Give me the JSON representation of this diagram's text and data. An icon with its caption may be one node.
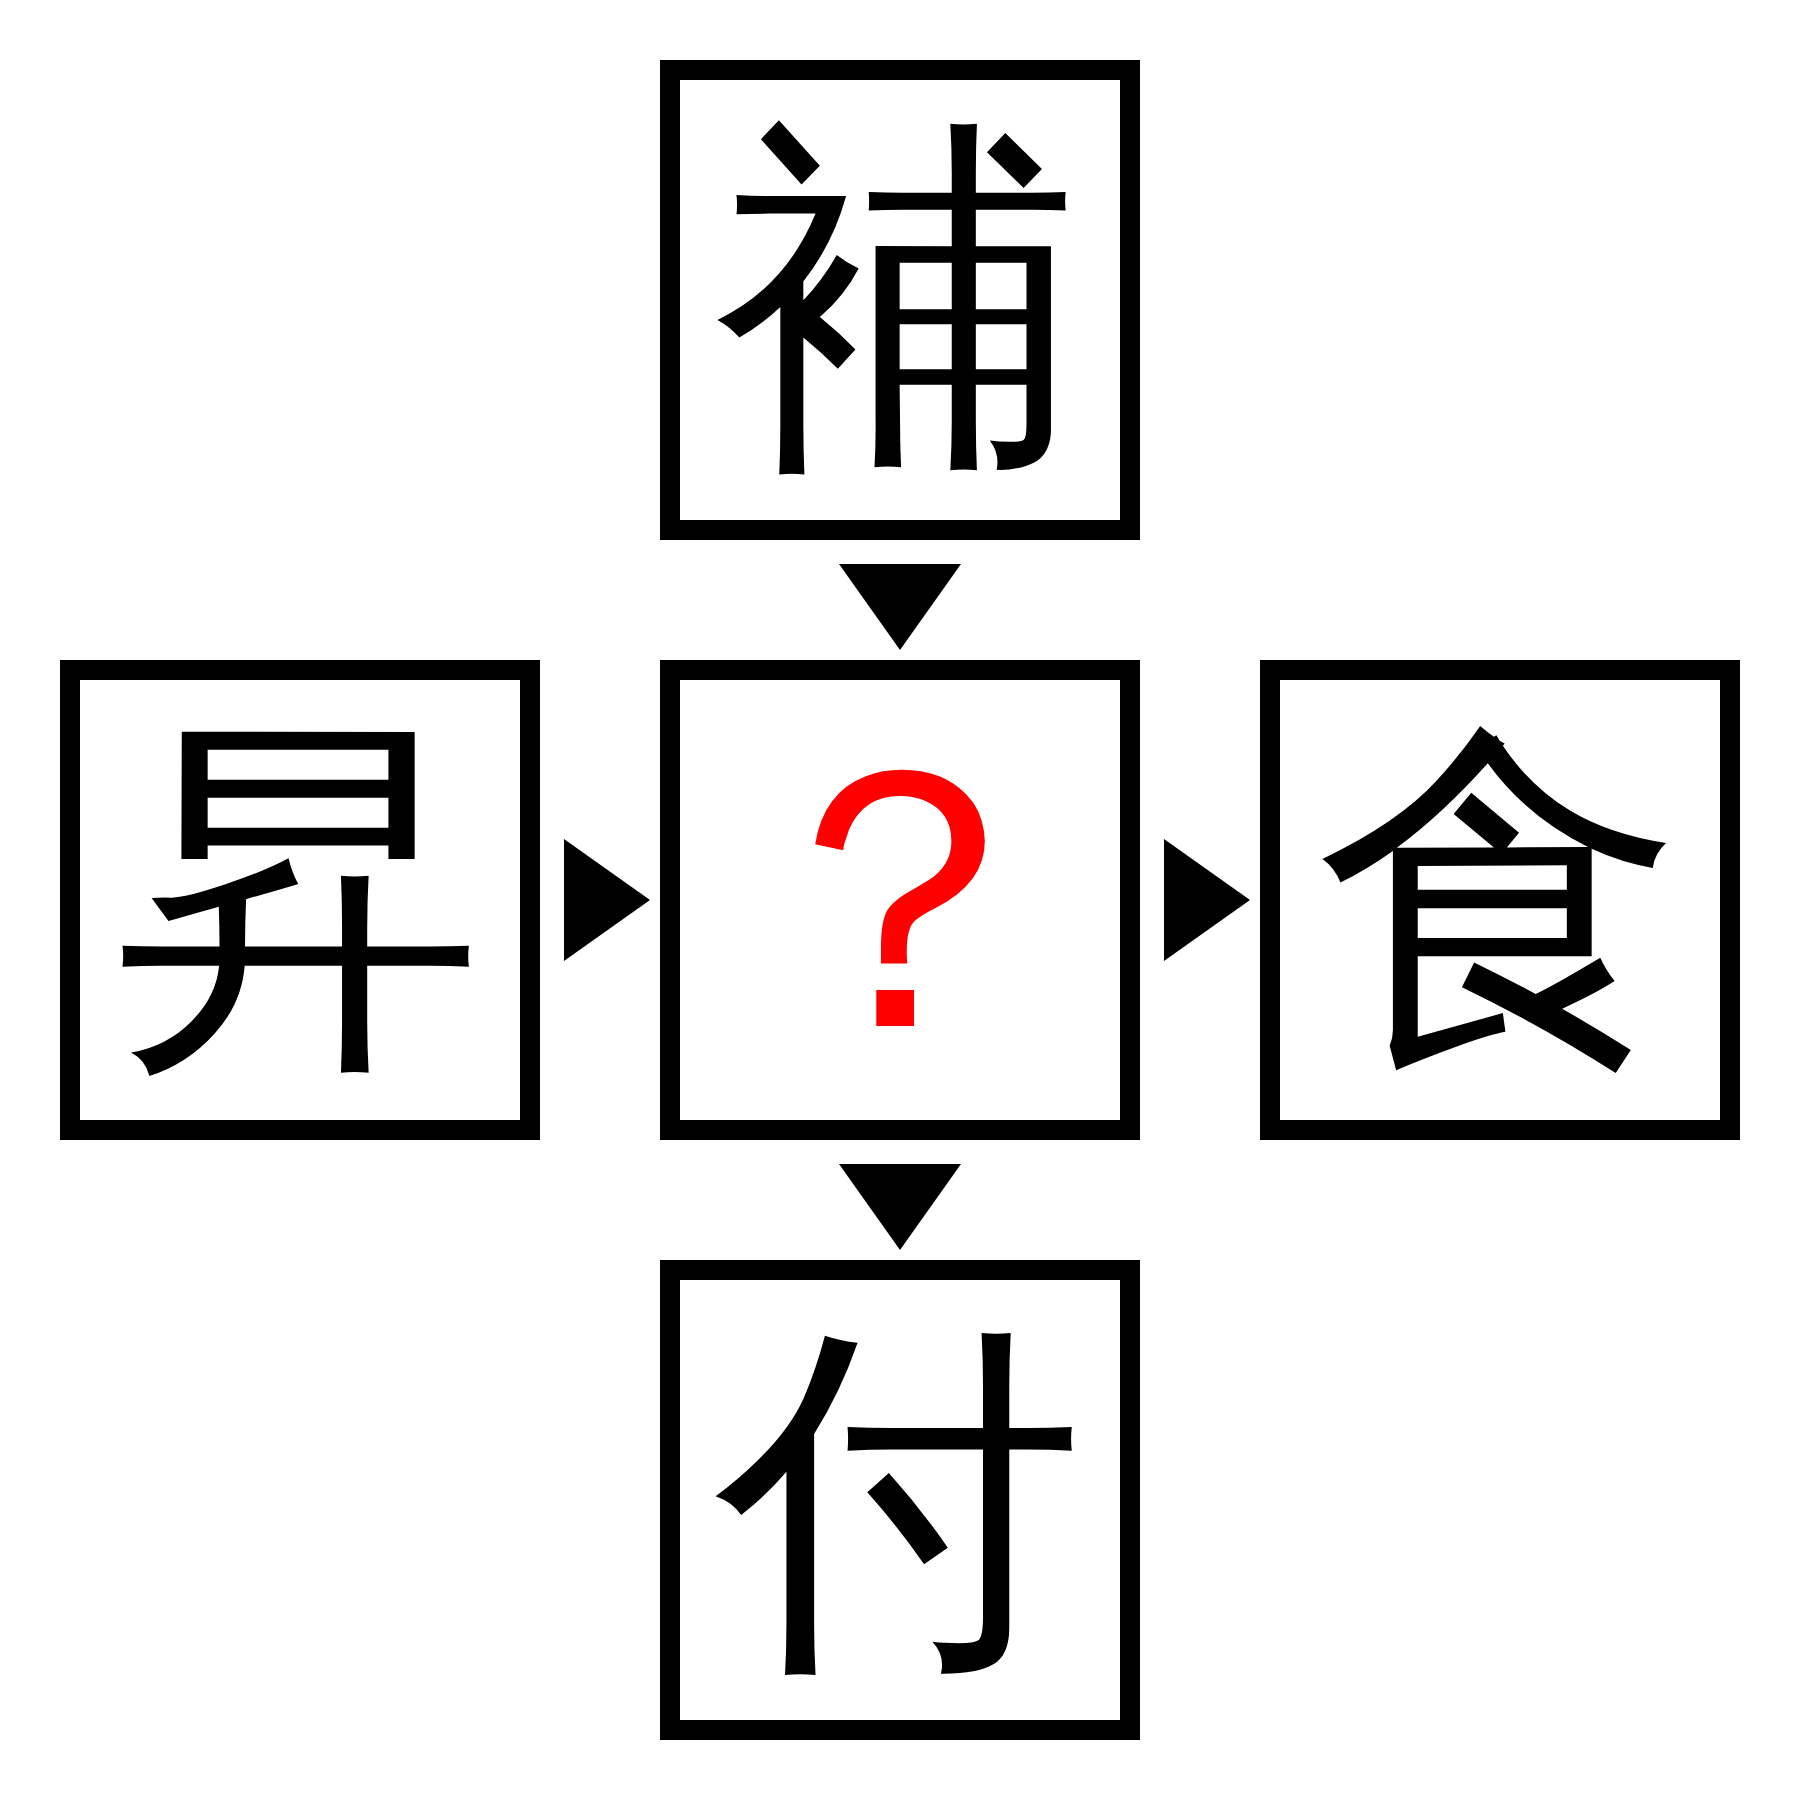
{
  "diagram": {
    "nodes": [
      {
        "text": [
          "補"
        ]
      },
      {
        "text": [
          "昇"
        ]
      },
      {
        "text": [
          "？"
        ]
      },
      {
        "text": [
          "食"
        ]
      },
      {
        "text": [
          "付"
        ]
      }
    ],
    "edges": [
      {
        "from": 0,
        "to": 2,
        "arrow": "to"
      },
      {
        "from": 1,
        "to": 2,
        "arrow": "to"
      },
      {
        "from": 2,
        "to": 3,
        "arrow": "to"
      },
      {
        "from": 2,
        "to": 4,
        "arrow": "to"
      }
    ]
  }
}
